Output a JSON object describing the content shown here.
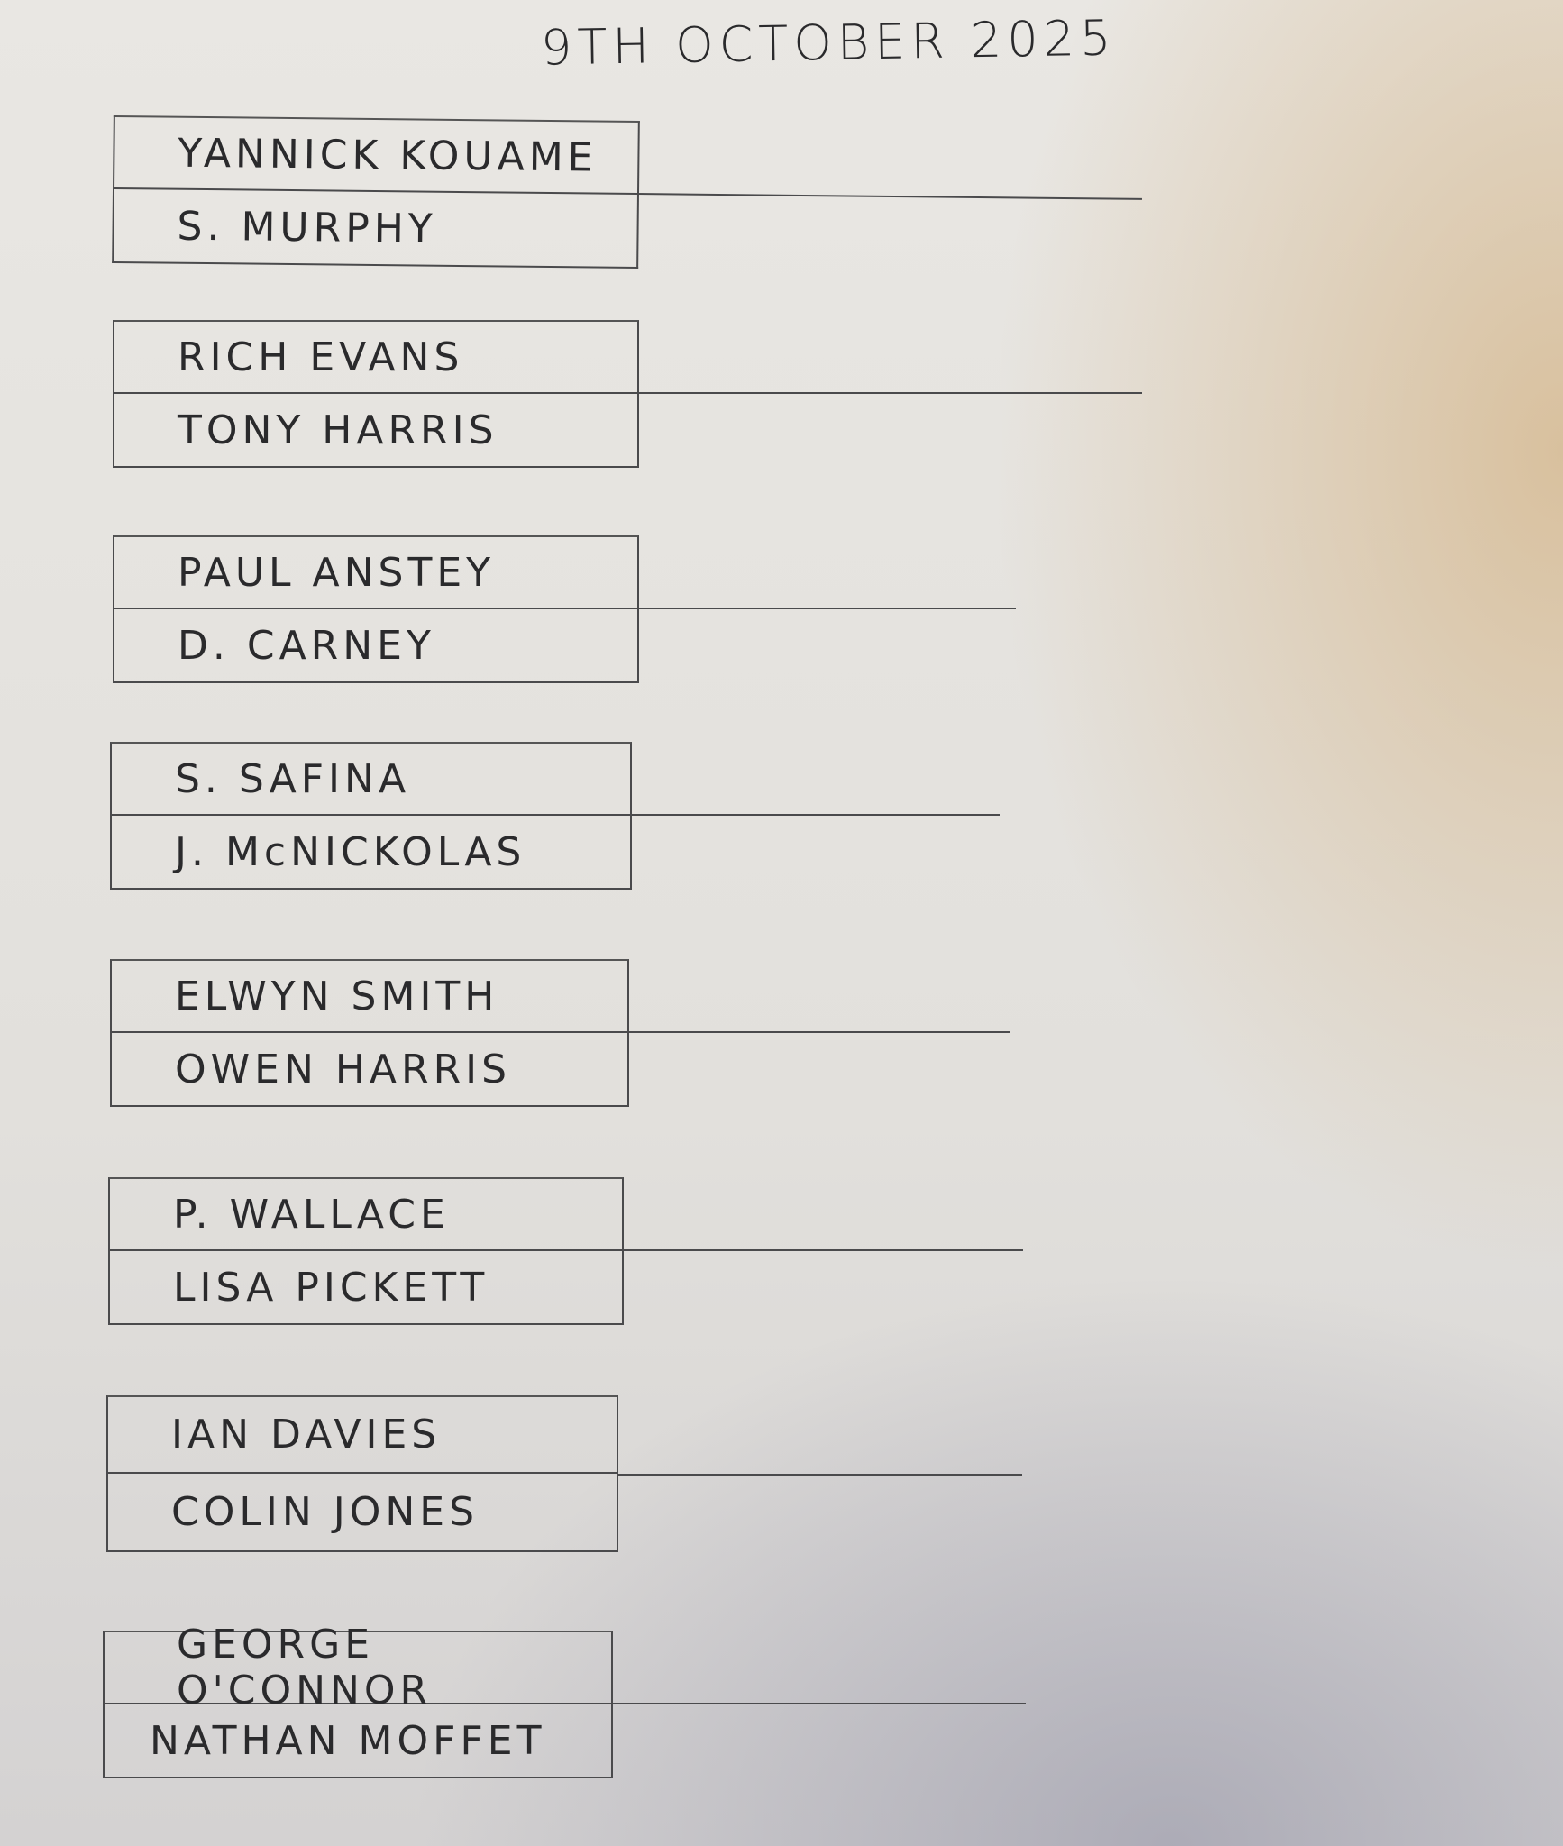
{
  "date": "9TH OCTOBER 2025",
  "matches": [
    {
      "player1": "YANNICK KOUAME",
      "player2": "S. MURPHY"
    },
    {
      "player1": "RICH EVANS",
      "player2": "TONY HARRIS"
    },
    {
      "player1": "PAUL ANSTEY",
      "player2": "D. CARNEY"
    },
    {
      "player1": "S. SAFINA",
      "player2": "J. McNICKOLAS"
    },
    {
      "player1": "ELWYN SMITH",
      "player2": "OWEN HARRIS"
    },
    {
      "player1": "P. WALLACE",
      "player2": "LISA PICKETT"
    },
    {
      "player1": "IAN DAVIES",
      "player2": "COLIN JONES"
    },
    {
      "player1": "GEORGE O'CONNOR",
      "player2": "NATHAN MOFFET"
    }
  ]
}
